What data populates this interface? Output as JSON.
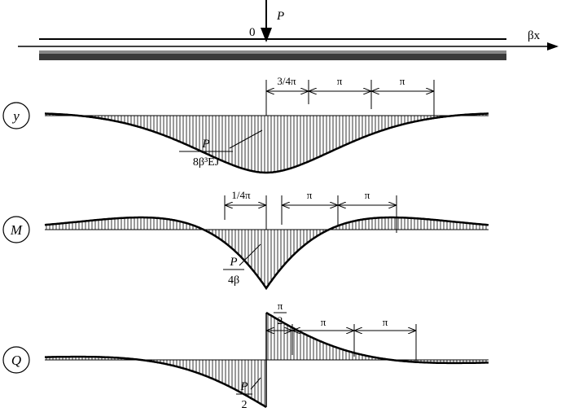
{
  "beam": {
    "load_label": "P",
    "origin_label": "0",
    "axis_label": "βx"
  },
  "diagrams": [
    {
      "key": "y",
      "circle_label": "y",
      "spans": [
        "3/4π",
        "π",
        "π"
      ],
      "peak_label": {
        "num": "P",
        "den": "8β³EJ"
      }
    },
    {
      "key": "M",
      "circle_label": "M",
      "spans": [
        "1/4π",
        "π",
        "π"
      ],
      "peak_label": {
        "num": "P",
        "den": "4β"
      }
    },
    {
      "key": "Q",
      "circle_label": "Q",
      "spans": [
        "π/2",
        "π",
        "π"
      ],
      "span_first": {
        "num": "π",
        "den": "2"
      },
      "peak_label": {
        "num": "P",
        "den": "2"
      }
    }
  ]
}
